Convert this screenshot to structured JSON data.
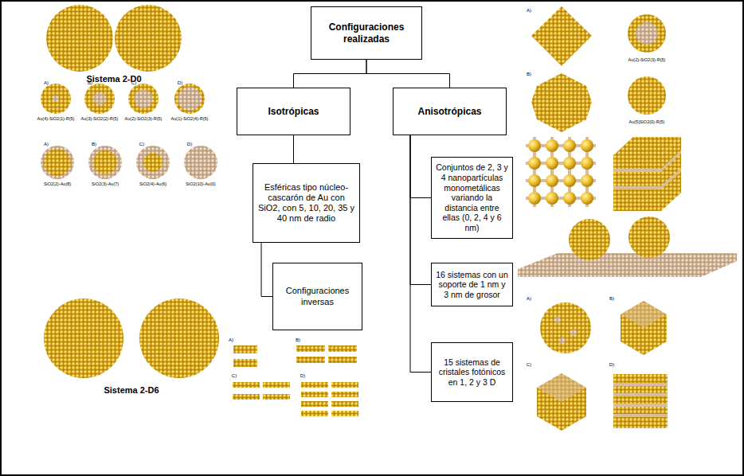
{
  "diagram": {
    "nodes": [
      {
        "text": [
          "Configuraciones realizadas"
        ]
      },
      {
        "text": [
          "Isotrópicas"
        ]
      },
      {
        "text": [
          "Anisotrópicas"
        ]
      },
      {
        "text": [
          "Esféricas tipo núcleo-cascarón de Au con SiO2, con 5, 10, 20, 35 y 40 nm de radio"
        ]
      },
      {
        "text": [
          "Configuraciones inversas"
        ]
      },
      {
        "text": [
          "Conjuntos de 2, 3 y 4 nanopartículas monometálicas variando la distancia entre ellas (0, 2, 4 y 6 nm)"
        ]
      },
      {
        "text": [
          "16 sistemas con un soporte de 1 nm y 3 nm de grosor"
        ]
      },
      {
        "text": [
          "15 sistemas de cristales fotónicos en 1, 2 y 3 D"
        ]
      }
    ],
    "edges": [
      {
        "from": 0,
        "to": 1,
        "arrow": "none"
      },
      {
        "from": 0,
        "to": 2,
        "arrow": "none"
      },
      {
        "from": 1,
        "to": 3,
        "arrow": "none"
      },
      {
        "from": 3,
        "to": 4,
        "arrow": "none"
      },
      {
        "from": 2,
        "to": 5,
        "arrow": "none"
      },
      {
        "from": 2,
        "to": 6,
        "arrow": "none"
      },
      {
        "from": 2,
        "to": 7,
        "arrow": "none"
      }
    ],
    "labels": [
      "Sistema 2-D0",
      "A)",
      "Au(4)-SiO2(1)-R(5)",
      "B)",
      "Au(3)-SiO2(2)-R(5)",
      "C)",
      "Au(2)-SiO2(3)-R(5)",
      "D)",
      "Au(1)-SiO2(4)-R(5)",
      "A)",
      "SiO2(2)-Au(8)",
      "B)",
      "SiO2(3)-Au(7)",
      "C)",
      "SiO2(4)-Au(6)",
      "D)",
      "SiO2(10)-Au(0)",
      "Sistema 2-D6",
      "A)",
      "B)",
      "C)",
      "D)",
      "A)",
      "Au(2)-SiO2(3)-R(5)",
      "B)",
      "Au(5)SiO2(0)-R(5)",
      "A)",
      "B)",
      "C)",
      "D)"
    ]
  }
}
